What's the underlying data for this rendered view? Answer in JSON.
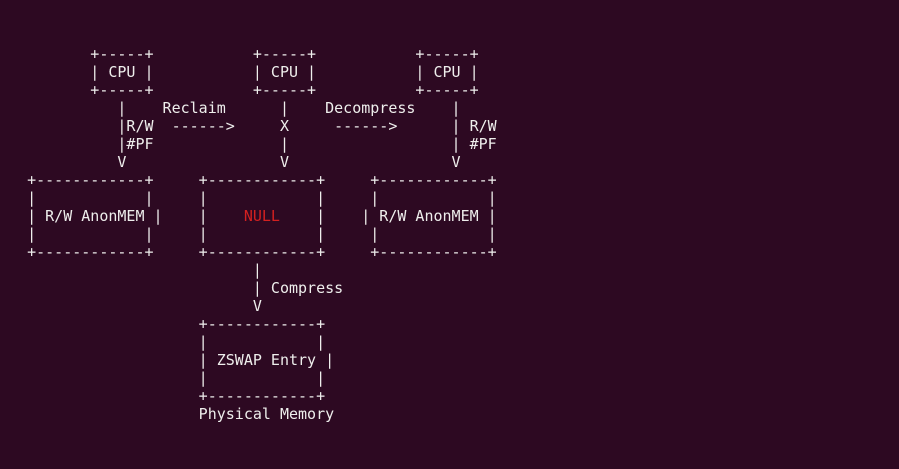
{
  "meta": {
    "title": "ZSWAP memory reclaim diagram",
    "kind": "ascii-art-diagram",
    "background_color": "#2d0922",
    "foreground_color": "#eeeeec",
    "accent_color": "#d32020"
  },
  "diagram": {
    "columns": [
      {
        "name": "left",
        "cpu_box_label": "CPU",
        "arrow_label": "Reclaim",
        "arrow_glyph": "------>",
        "edge_labels": [
          "R/W",
          "#PF"
        ],
        "memory_box_label": "R/W AnonMEM"
      },
      {
        "name": "middle",
        "cpu_box_label": "CPU",
        "arrow_label": "Decompress",
        "arrow_glyph": "------>",
        "edge_labels": [
          "X"
        ],
        "memory_box_label": "NULL",
        "memory_box_label_color": "#d32020",
        "down_arrow_label": "Compress",
        "storage_box_label": "ZSWAP Entry",
        "storage_caption": "Physical Memory"
      },
      {
        "name": "right",
        "cpu_box_label": "CPU",
        "arrow_label": "",
        "arrow_glyph": "",
        "edge_labels": [
          "R/W",
          "#PF"
        ],
        "memory_box_label": "R/W AnonMEM"
      }
    ],
    "lines": [
      "             +-----+           +-----+           +-----+",
      "             | CPU |           | CPU |           | CPU |",
      "             +-----+           +-----+           +-----+",
      "                |    Reclaim      |    Decompress   |",
      "                |R/W  ------>     X     ------>     | R/W",
      "                |#PF             |                  | #PF",
      "                V                V                  V",
      "       +------------+     +------------+     +------------+",
      "       |            |     |            |     |            |",
      "       | R/W AnonMEM|     |    NULL    |     | R/W AnonMEM|",
      "       |            |     |            |     |            |",
      "       +------------+     +------------+     +------------+",
      "                                |",
      "                                | Compress",
      "                                V",
      "                          +------------+",
      "                          |            |",
      "                          | ZSWAP Entry|",
      "                          |            |",
      "                          +------------+",
      "                          Physical Memory"
    ],
    "rows": [
      {
        "id": "r0",
        "text": "          +-----+           +-----+           +-----+"
      },
      {
        "id": "r1",
        "text": "          | CPU |           | CPU |           | CPU |"
      },
      {
        "id": "r2",
        "text": "          +-----+           +-----+           +-----+"
      },
      {
        "id": "r3",
        "text": "             |    Reclaim      |    Decompress    |"
      },
      {
        "id": "r4",
        "text": "             |R/W  ------>     X     ------>      | R/W"
      },
      {
        "id": "r5",
        "text": "             |#PF              |                  | #PF"
      },
      {
        "id": "r6",
        "text": "             V                 V                  V"
      },
      {
        "id": "r7",
        "text": "   +------------+     +------------+     +------------+"
      },
      {
        "id": "r8",
        "text": "   |            |     |            |     |            |"
      },
      {
        "id": "r9a",
        "text": "   | R/W AnonMEM |    |    "
      },
      {
        "id": "r9b",
        "text": "NULL"
      },
      {
        "id": "r9c",
        "text": "    |    | R/W AnonMEM |"
      },
      {
        "id": "r10",
        "text": "   |            |     |            |     |            |"
      },
      {
        "id": "r11",
        "text": "   +------------+     +------------+     +------------+"
      },
      {
        "id": "r12",
        "text": "                            |"
      },
      {
        "id": "r13",
        "text": "                            | Compress"
      },
      {
        "id": "r14",
        "text": "                            V"
      },
      {
        "id": "r15",
        "text": "                      +------------+"
      },
      {
        "id": "r16",
        "text": "                      |            |"
      },
      {
        "id": "r17",
        "text": "                      | ZSWAP Entry |"
      },
      {
        "id": "r18",
        "text": "                      |            |"
      },
      {
        "id": "r19",
        "text": "                      +------------+"
      },
      {
        "id": "r20",
        "text": "                      Physical Memory"
      }
    ]
  }
}
